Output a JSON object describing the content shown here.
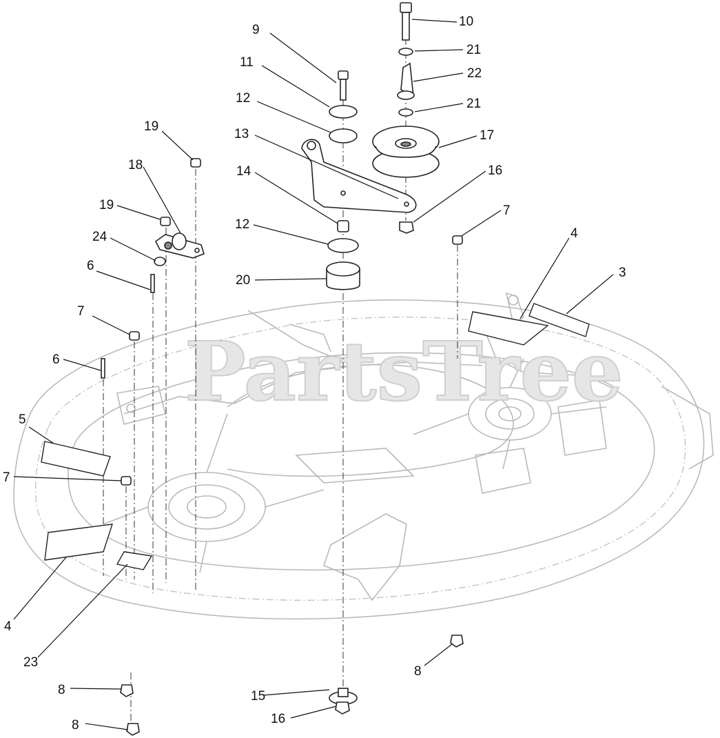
{
  "watermark": "PartsTree",
  "callouts": [
    "9",
    "10",
    "21",
    "22",
    "11",
    "21",
    "12",
    "17",
    "13",
    "16",
    "14",
    "19",
    "18",
    "19",
    "24",
    "7",
    "12",
    "4",
    "3",
    "20",
    "6",
    "7",
    "6",
    "5",
    "7",
    "4",
    "23",
    "8",
    "8",
    "15",
    "16",
    "8"
  ]
}
